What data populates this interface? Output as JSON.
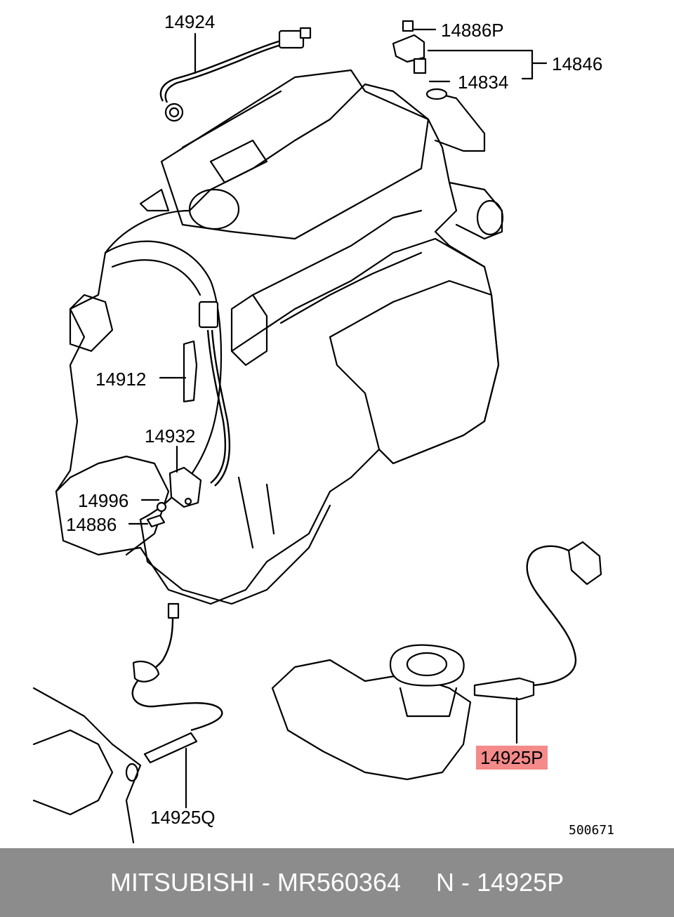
{
  "callouts": {
    "p14924": "14924",
    "p14886P": "14886P",
    "p14846": "14846",
    "p14834": "14834",
    "p14912": "14912",
    "p14932": "14932",
    "p14996": "14996",
    "p14886": "14886",
    "p14925Q": "14925Q",
    "p14925P": "14925P"
  },
  "highlight_color": "#f48a8a",
  "diagram_ref": "500671",
  "footer": {
    "brand": "MITSUBISHI",
    "part_number": "MR560364",
    "position_label": "N - 14925P",
    "text": "MITSUBISHI - MR560364     N - 14925P"
  }
}
